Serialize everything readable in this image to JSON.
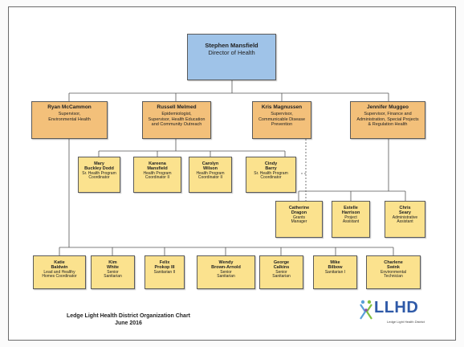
{
  "director": {
    "name": "Stephen Mansfield",
    "title": "Director of Health"
  },
  "managers": [
    {
      "name": "Ryan McCammon",
      "title": "Supervisor,\nEnvironmental Health"
    },
    {
      "name": "Russell Melmed",
      "title": "Epidemiologist,\nSupervisor, Health Education\nand Community Outreach"
    },
    {
      "name": "Kris Magnussen",
      "title": "Supervisor,\nCommunicable Disease\nPrevention"
    },
    {
      "name": "Jennifer Muggeo",
      "title": "Supervisor, Finance and\nAdministration, Special Projects\n& Regulation Health"
    }
  ],
  "health_ed_staff": [
    {
      "name": "Mary\nBuckley Dodd",
      "title": "Sr. Health Program\nCoordinator"
    },
    {
      "name": "Kareena\nMansfield",
      "title": "Health Program\nCoordinator II"
    },
    {
      "name": "Carolyn\nWilson",
      "title": "Health Program\nCoordinator II"
    },
    {
      "name": "Cindy\nBarry",
      "title": "Sr. Health Program\nCoordinator"
    }
  ],
  "admin_staff": [
    {
      "name": "Catherine\nDragon",
      "title": "Grants\nManager"
    },
    {
      "name": "Estelle\nHarrison",
      "title": "Project\nAssistant"
    },
    {
      "name": "Chris\nSeary",
      "title": "Administrative\nAssistant"
    }
  ],
  "env_staff": [
    {
      "name": "Katie\nBaldwin",
      "title": "Lead and Healthy\nHomes Coordinator"
    },
    {
      "name": "Kim\nWhite",
      "title": "Senior\nSanitarian"
    },
    {
      "name": "Felix\nProkop III",
      "title": "Sanitarian II"
    },
    {
      "name": "Wendy\nBrown-Arnold",
      "title": "Senior\nSanitarian"
    },
    {
      "name": "George\nCalkins",
      "title": "Senior\nSanitarian"
    },
    {
      "name": "Mike\nBilbow",
      "title": "Sanitarian I"
    },
    {
      "name": "Charlene\nSwink",
      "title": "Environmental\nTechnician"
    }
  ],
  "footer": {
    "title_line1": "Ledge Light Health District Organization Chart",
    "title_line2": "June 2016"
  },
  "logo": {
    "text": "LLHD",
    "tagline": "Ledge Light Health District"
  },
  "colors": {
    "director_fill": "#9fc3e8",
    "manager_fill": "#f3c07a",
    "staff_fill": "#fbe28e",
    "line": "#555555"
  }
}
